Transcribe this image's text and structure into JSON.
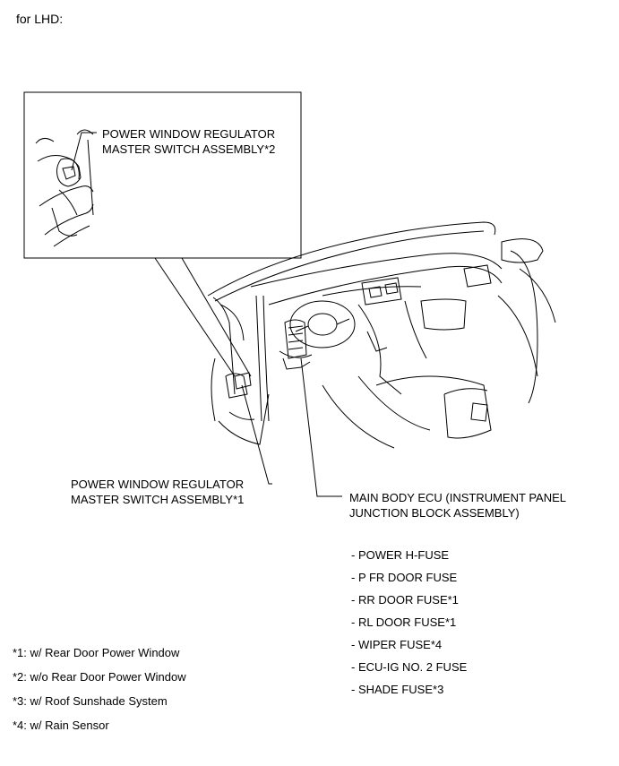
{
  "heading": "for LHD:",
  "callouts": {
    "inset_switch": [
      "POWER WINDOW REGULATOR",
      "MASTER SWITCH ASSEMBLY*2"
    ],
    "door_switch": [
      "POWER WINDOW REGULATOR",
      "MASTER SWITCH ASSEMBLY*1"
    ],
    "ecu": [
      "MAIN BODY ECU (INSTRUMENT PANEL",
      "JUNCTION BLOCK ASSEMBLY)"
    ]
  },
  "fuses": [
    "- POWER H-FUSE",
    "- P FR DOOR FUSE",
    "- RR DOOR FUSE*1",
    "- RL DOOR FUSE*1",
    "- WIPER FUSE*4",
    "- ECU-IG NO. 2 FUSE",
    "- SHADE FUSE*3"
  ],
  "footnotes": [
    "*1: w/ Rear Door Power Window",
    "*2: w/o Rear Door Power Window",
    "*3: w/ Roof Sunshade System",
    "*4: w/ Rain Sensor"
  ]
}
